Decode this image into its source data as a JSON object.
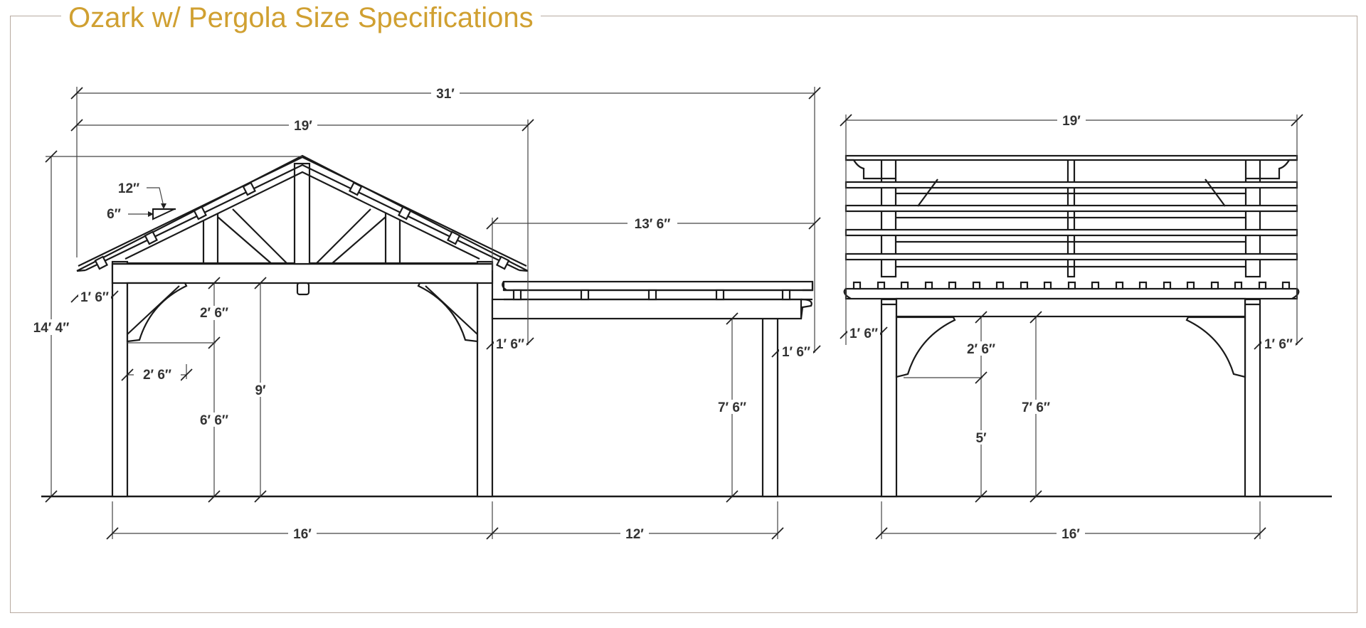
{
  "title": "Ozark w/ Pergola Size Specifications",
  "colors": {
    "title": "#d0a031",
    "frame": "#b7aaa0",
    "lines": "#1a1a1a"
  },
  "labels": {
    "overall_width": "31′",
    "pavilion_roof_width": "19′",
    "pergola_roof_width": "19′",
    "pergola_extension_width": "13′ 6″",
    "total_height": "14′ 4″",
    "pitch_run": "12″",
    "pitch_rise": "6″",
    "pavilion_overhang": "1′ 6″",
    "brace_height": "2′ 6″",
    "brace_width": "2′ 6″",
    "beam_clearance": "6′ 6″",
    "eave_height": "9′",
    "middle_overhang_left": "1′ 6″",
    "middle_overhang_right": "1′ 6″",
    "middle_post_height": "7′ 6″",
    "pavilion_post_span": "16′",
    "middle_span": "12′",
    "right_overhang_left": "1′ 6″",
    "right_overhang_right": "1′ 6″",
    "right_brace_height": "2′ 6″",
    "right_clearance": "5′",
    "right_post_height": "7′ 6″",
    "right_post_span": "16′"
  }
}
